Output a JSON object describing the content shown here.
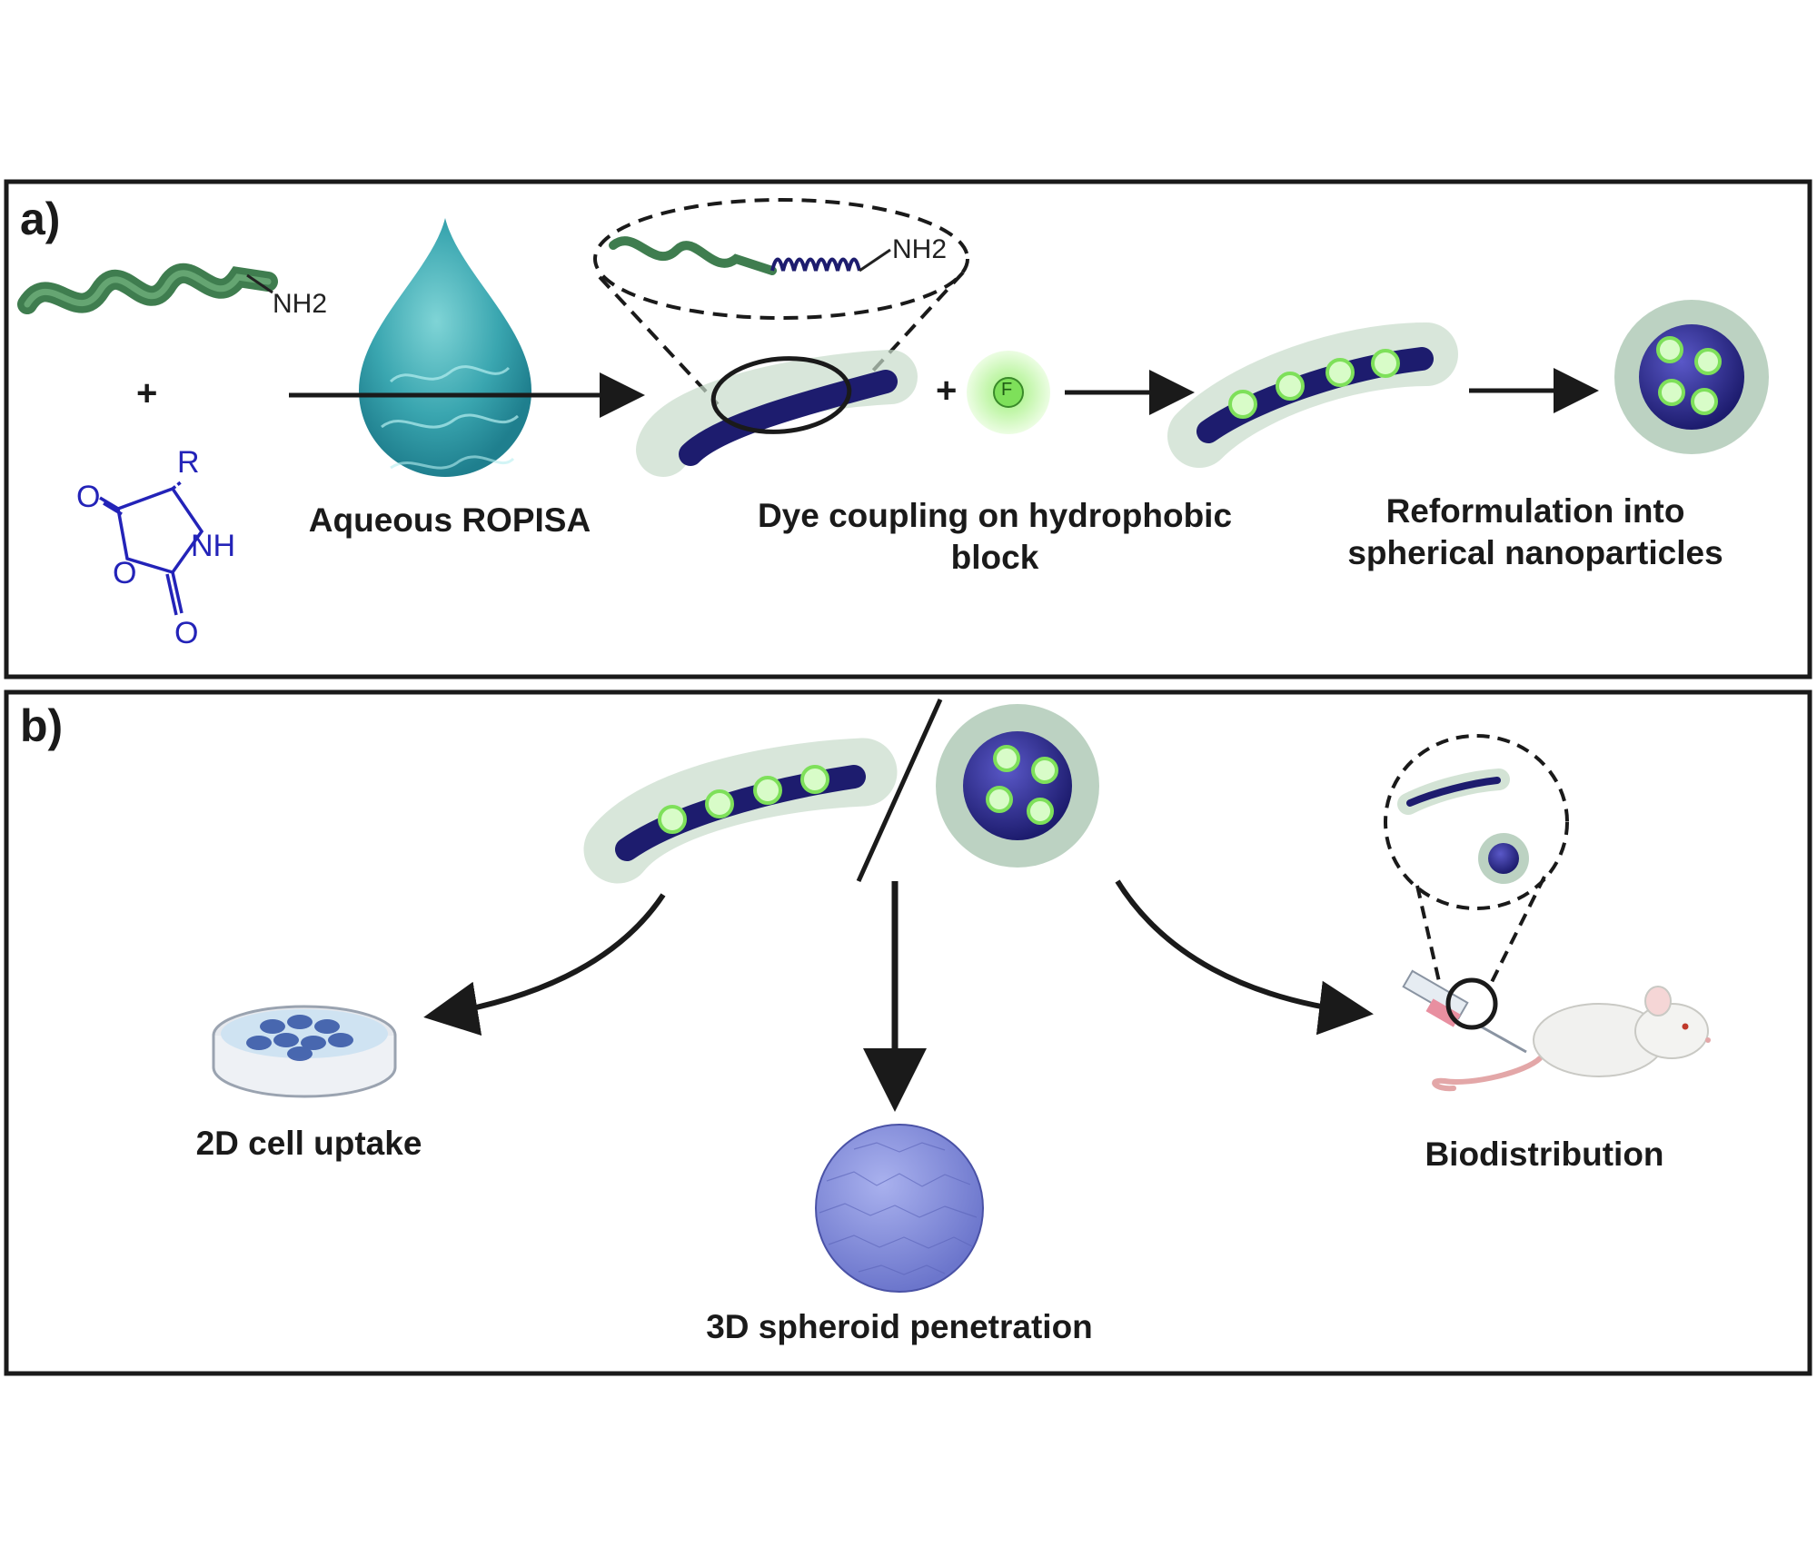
{
  "panel_a": {
    "label": "a)",
    "nh2_top": "NH2",
    "nh2_zoom": "NH2",
    "plus_1": "+",
    "plus_2": "+",
    "monomer_atoms": {
      "r": "R",
      "o_left": "O",
      "nh": "NH",
      "o_ring": "O",
      "o_bottom": "O"
    },
    "dye_symbol": "F",
    "steps": {
      "ropisa": "Aqueous ROPISA",
      "dye_coupling": "Dye coupling on hydrophobic block",
      "reformulation": "Reformulation into spherical nanoparticles"
    }
  },
  "panel_b": {
    "label": "b)",
    "outcomes": {
      "cell_uptake": "2D cell uptake",
      "spheroid": "3D spheroid penetration",
      "biodistribution": "Biodistribution"
    }
  },
  "colors": {
    "polymer_green": "#4e8f5e",
    "core_blue": "#2b2a8a",
    "monomer_blue": "#2323b8",
    "dye_green": "#7ee05a",
    "water_teal": "#3aa6b0",
    "spheroid_blue": "#7f8ad8",
    "frame": "#1a1a1a"
  }
}
